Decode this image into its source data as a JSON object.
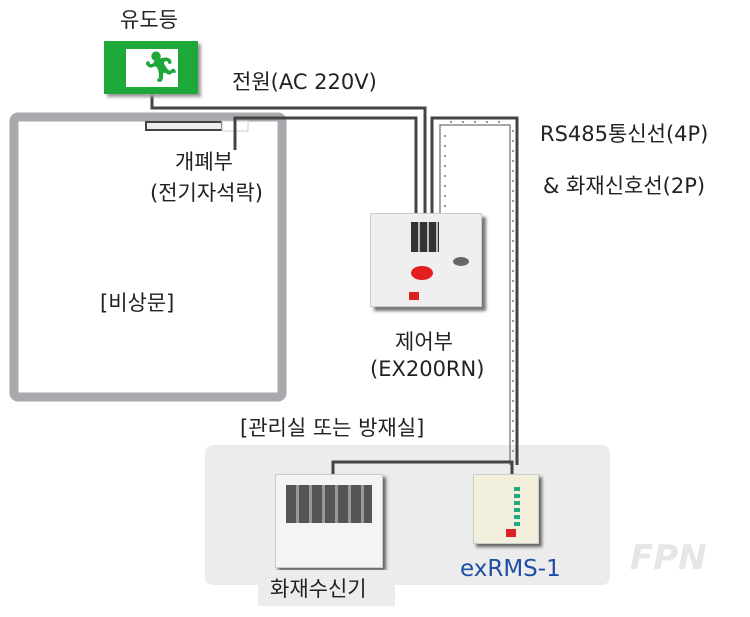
{
  "labels": {
    "exit_light": "유도등",
    "power": "전원(AC 220V)",
    "door_lock": "개폐부",
    "door_lock_sub": "(전기자석락)",
    "emergency_door": "[비상문]",
    "controller": "제어부",
    "controller_model": "(EX200RN)",
    "comm_line": "RS485통신선(4P)",
    "fire_line": "& 화재신호선(2P)",
    "control_room": "[관리실 또는 방재실]",
    "fire_receiver": "화재수신기",
    "monitor": "exRMS-1",
    "watermark": "FPN"
  },
  "colors": {
    "exit_green": "#1fa83a",
    "monitor_label": "#1f4ea8",
    "panel_bg": "#ececec",
    "wire": "#444444"
  }
}
